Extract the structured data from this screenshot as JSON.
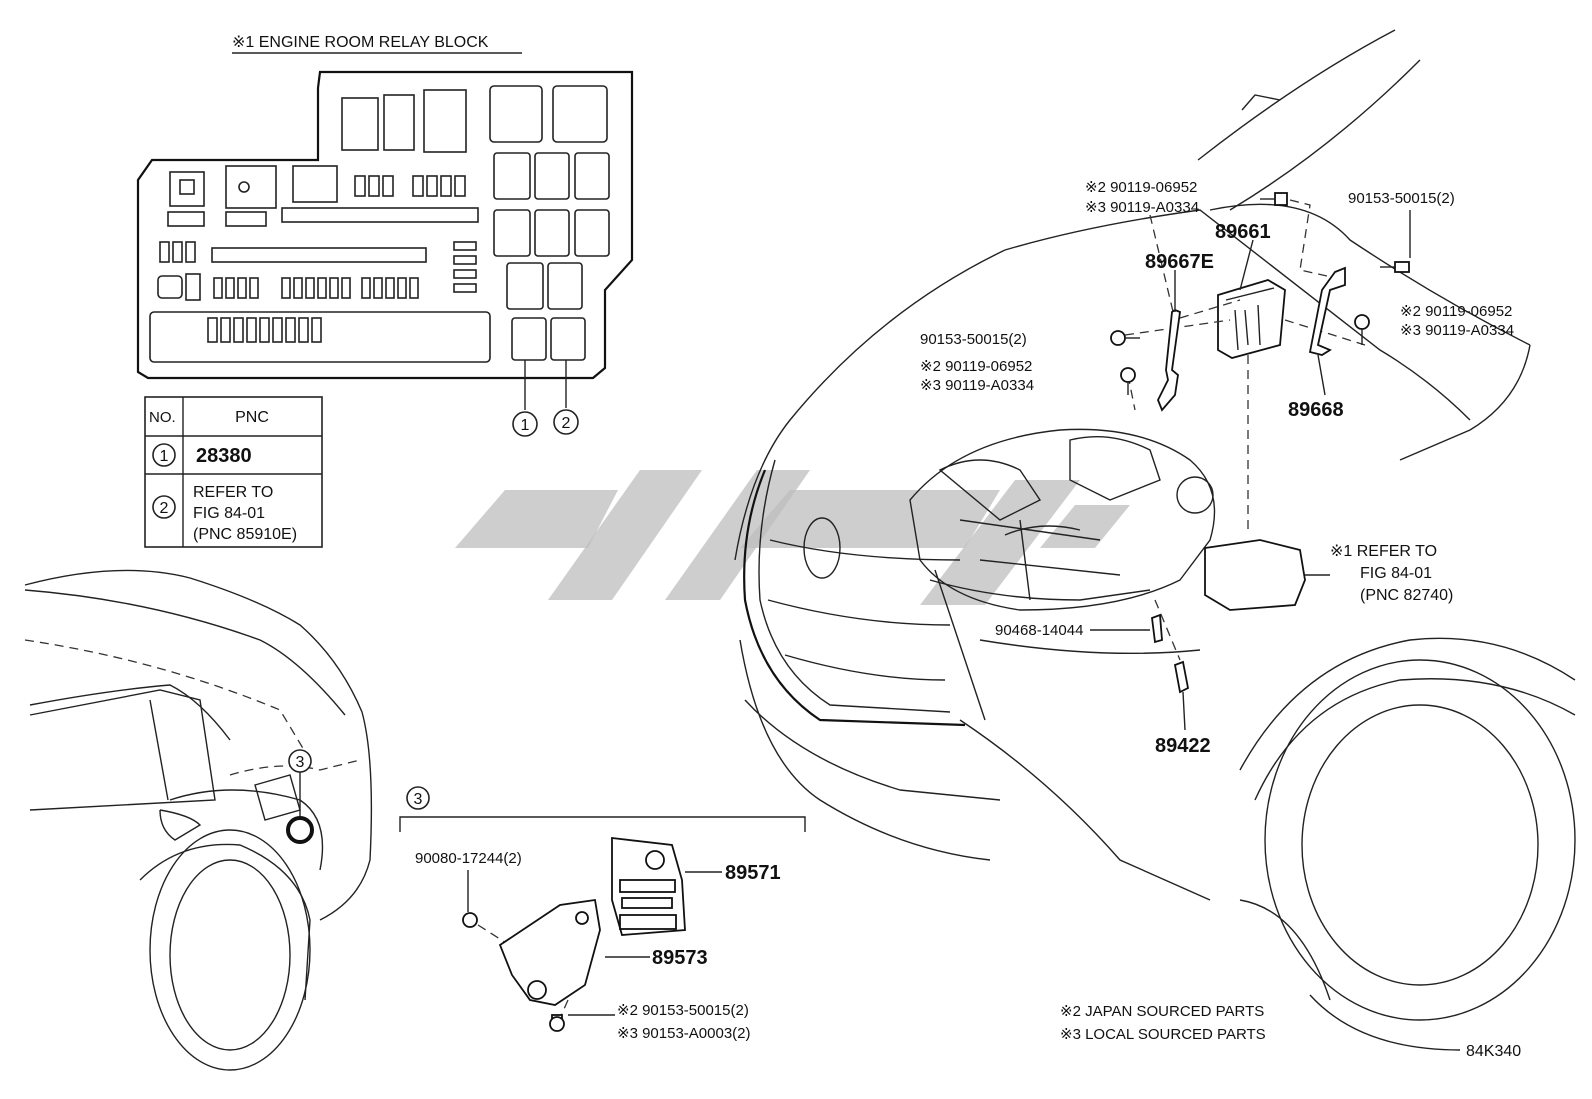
{
  "relay_block": {
    "title": "※1 ENGINE ROOM RELAY BLOCK",
    "callouts": [
      "1",
      "2"
    ]
  },
  "pnc_table": {
    "headers": [
      "NO.",
      "PNC"
    ],
    "rows": [
      {
        "no": "1",
        "pnc_lines": [
          "28380"
        ]
      },
      {
        "no": "2",
        "pnc_lines": [
          "REFER TO",
          "FIG 84-01",
          "(PNC 85910E)"
        ]
      }
    ]
  },
  "engine_parts": {
    "bolt_top_left": {
      "line1": "※2 90119-06952",
      "line2": "※3 90119-A0334"
    },
    "bolt_top_right": "90153-50015(2)",
    "ecu": "89661",
    "bracket_left": "89667E",
    "bolt_mid_left": "90153-50015(2)",
    "bolt_low_left": {
      "line1": "※2 90119-06952",
      "line2": "※3 90119-A0334"
    },
    "bolt_right": {
      "line1": "※2 90119-06952",
      "line2": "※3 90119-A0334"
    },
    "bracket_right": "89668",
    "relay_ref": {
      "line1": "※1 REFER TO",
      "line2": "FIG 84-01",
      "line3": "(PNC 82740)"
    },
    "clamp": "90468-14044",
    "sensor": "89422"
  },
  "detail3": {
    "callout": "3",
    "nut": "90080-17244(2)",
    "module": "89571",
    "bracket": "89573",
    "bolt_line1": "※2 90153-50015(2)",
    "bolt_line2": "※3 90153-A0003(2)"
  },
  "car_callout": "3",
  "legend": {
    "line1": "※2 JAPAN SOURCED PARTS",
    "line2": "※3 LOCAL SOURCED PARTS"
  },
  "figure_code": "84K340"
}
